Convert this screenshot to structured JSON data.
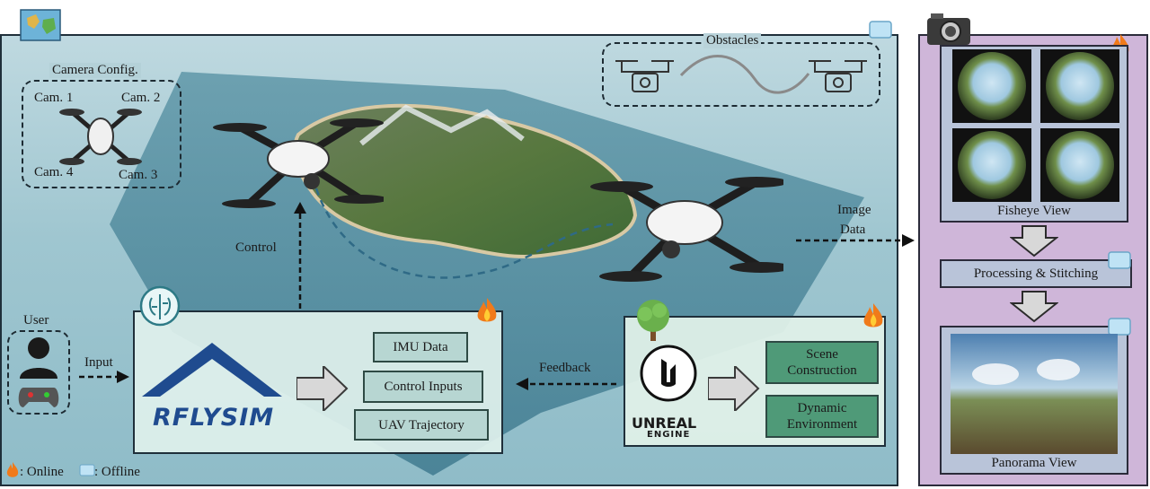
{
  "camera_config": {
    "title": "Camera Config.",
    "cam1": "Cam. 1",
    "cam2": "Cam. 2",
    "cam3": "Cam. 3",
    "cam4": "Cam. 4"
  },
  "obstacles": {
    "title": "Obstacles"
  },
  "control_label": "Control",
  "image_data_label_1": "Image",
  "image_data_label_2": "Data",
  "user": {
    "title": "User",
    "input_label": "Input"
  },
  "rflysim": {
    "logo_text": "RFLYSIM",
    "items": [
      "IMU Data",
      "Control Inputs",
      "UAV Trajectory"
    ]
  },
  "feedback_label": "Feedback",
  "unreal": {
    "logo_line1": "UNREAL",
    "logo_line2": "ENGINE",
    "items": [
      {
        "line1": "Scene",
        "line2": "Construction"
      },
      {
        "line1": "Dynamic",
        "line2": "Environment"
      }
    ]
  },
  "legend": {
    "online": ": Online",
    "offline": ": Offline"
  },
  "side": {
    "fisheye_label": "Fisheye View",
    "processing_label": "Processing & Stitching",
    "panorama_label": "Panorama View"
  },
  "colors": {
    "sky_blue": "#a7cad3",
    "panel_green": "#dff0e8",
    "teal_box": "#b7d6d2",
    "unreal_box": "#4f9a78",
    "rflysim_blue": "#1f4b8f",
    "side_purple": "#cfb6d9",
    "side_blue": "#b9c4d9"
  }
}
